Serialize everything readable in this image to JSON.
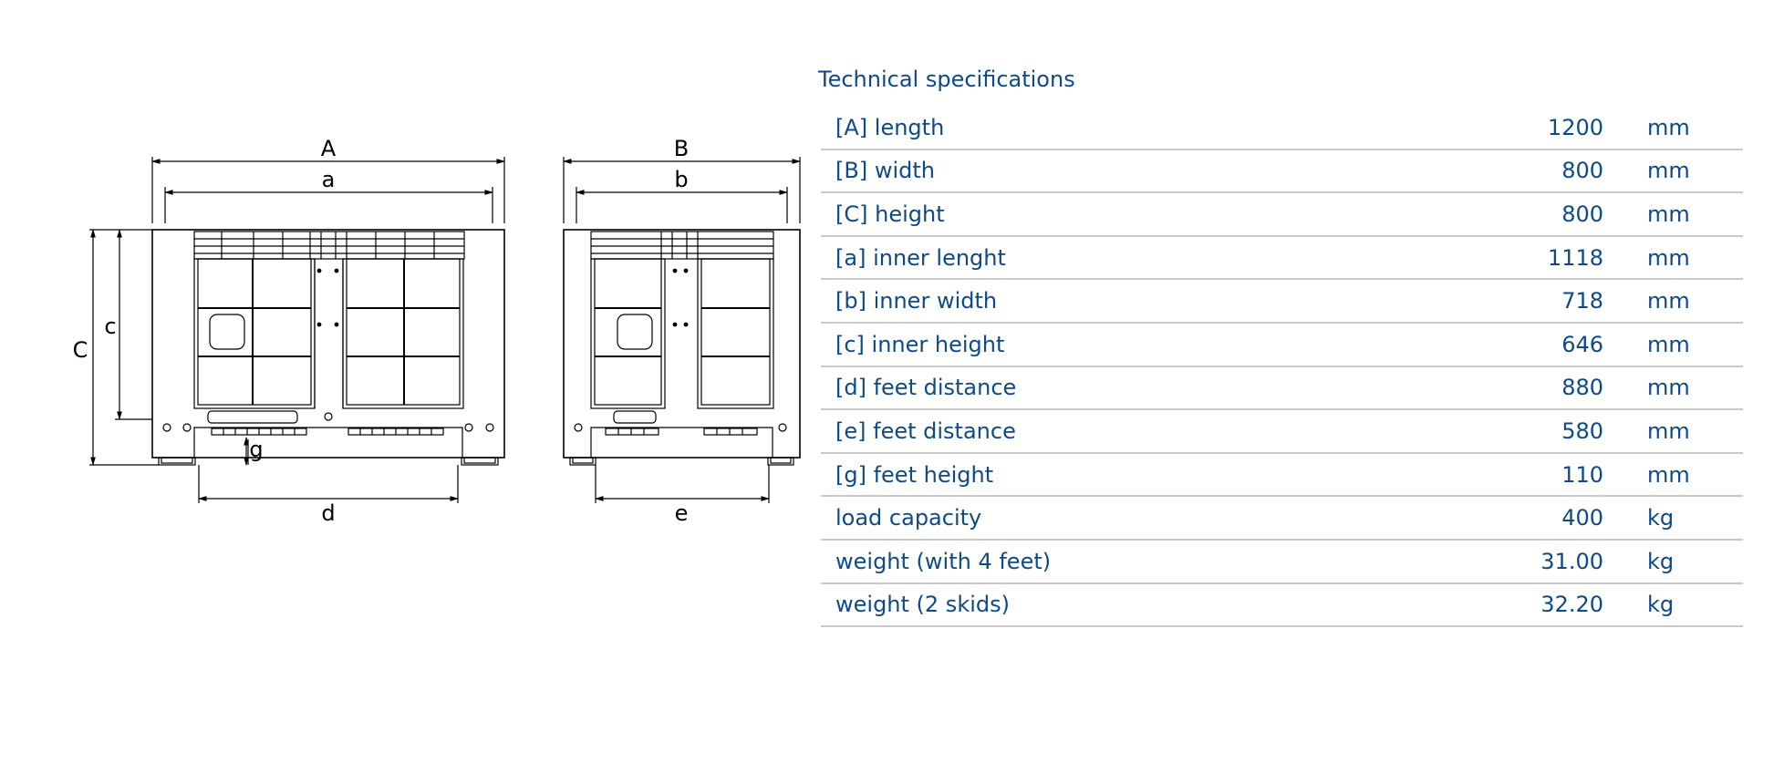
{
  "drawing": {
    "front_view": {
      "labels": {
        "A": "A",
        "a": "a",
        "C": "C",
        "c": "c",
        "g": "g",
        "d": "d"
      }
    },
    "side_view": {
      "labels": {
        "B": "B",
        "b": "b",
        "e": "e"
      }
    }
  },
  "specs": {
    "title": "Technical specifications",
    "rows": [
      {
        "label": "[A] length",
        "value": "1200",
        "unit": "mm"
      },
      {
        "label": "[B] width",
        "value": "800",
        "unit": "mm"
      },
      {
        "label": "[C] height",
        "value": "800",
        "unit": "mm"
      },
      {
        "label": "[a] inner lenght",
        "value": "1118",
        "unit": "mm"
      },
      {
        "label": "[b] inner width",
        "value": "718",
        "unit": "mm"
      },
      {
        "label": "[c] inner height",
        "value": "646",
        "unit": "mm"
      },
      {
        "label": "[d] feet distance",
        "value": "880",
        "unit": "mm"
      },
      {
        "label": "[e] feet distance",
        "value": "580",
        "unit": "mm"
      },
      {
        "label": "[g] feet height",
        "value": "110",
        "unit": "mm"
      },
      {
        "label": "load capacity",
        "value": "400",
        "unit": "kg"
      },
      {
        "label": "weight (with 4 feet)",
        "value": "31.00",
        "unit": "kg"
      },
      {
        "label": "weight (2 skids)",
        "value": "32.20",
        "unit": "kg"
      }
    ]
  }
}
